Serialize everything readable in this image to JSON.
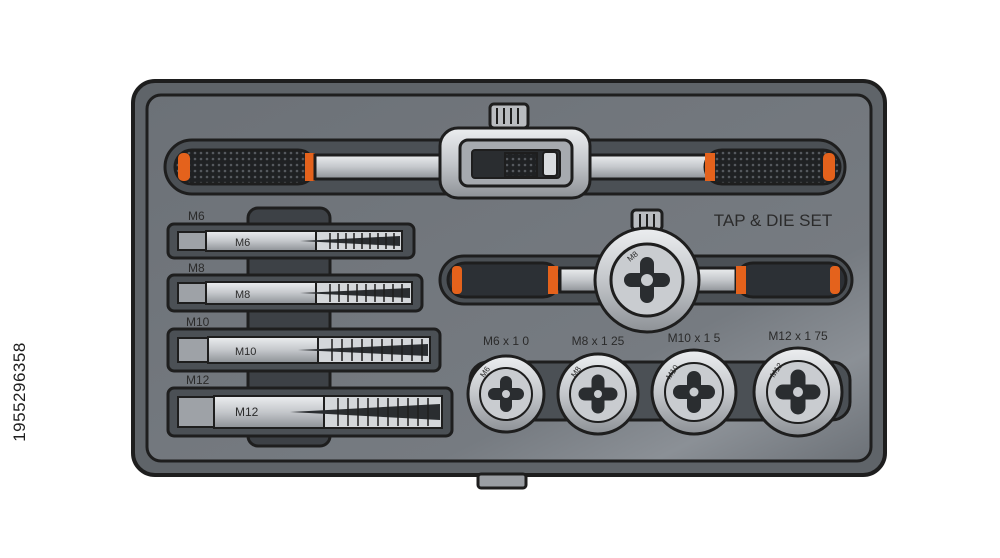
{
  "stock_id": "1955296358",
  "case": {
    "title": "TAP & DIE SET",
    "colors": {
      "outline": "#1e1e1e",
      "case_fill": "#5f6469",
      "tray_fill": "#777c82",
      "slot_fill": "#4b5055",
      "metal": "#c9ccd0",
      "accent": "#e4621c",
      "grip": "#1f2123"
    }
  },
  "taps": [
    {
      "label": "M6",
      "tag": "M6"
    },
    {
      "label": "M8",
      "tag": "M8"
    },
    {
      "label": "M10",
      "tag": "M10"
    },
    {
      "label": "M12",
      "tag": "M12"
    }
  ],
  "dies": [
    {
      "label": "M6 x 1 0",
      "tag": "M6"
    },
    {
      "label": "M8 x 1 25",
      "tag": "M8"
    },
    {
      "label": "M10 x 1 5",
      "tag": "M10"
    },
    {
      "label": "M12 x 1 75",
      "tag": "M12"
    }
  ],
  "die_stock_tag": "M8"
}
